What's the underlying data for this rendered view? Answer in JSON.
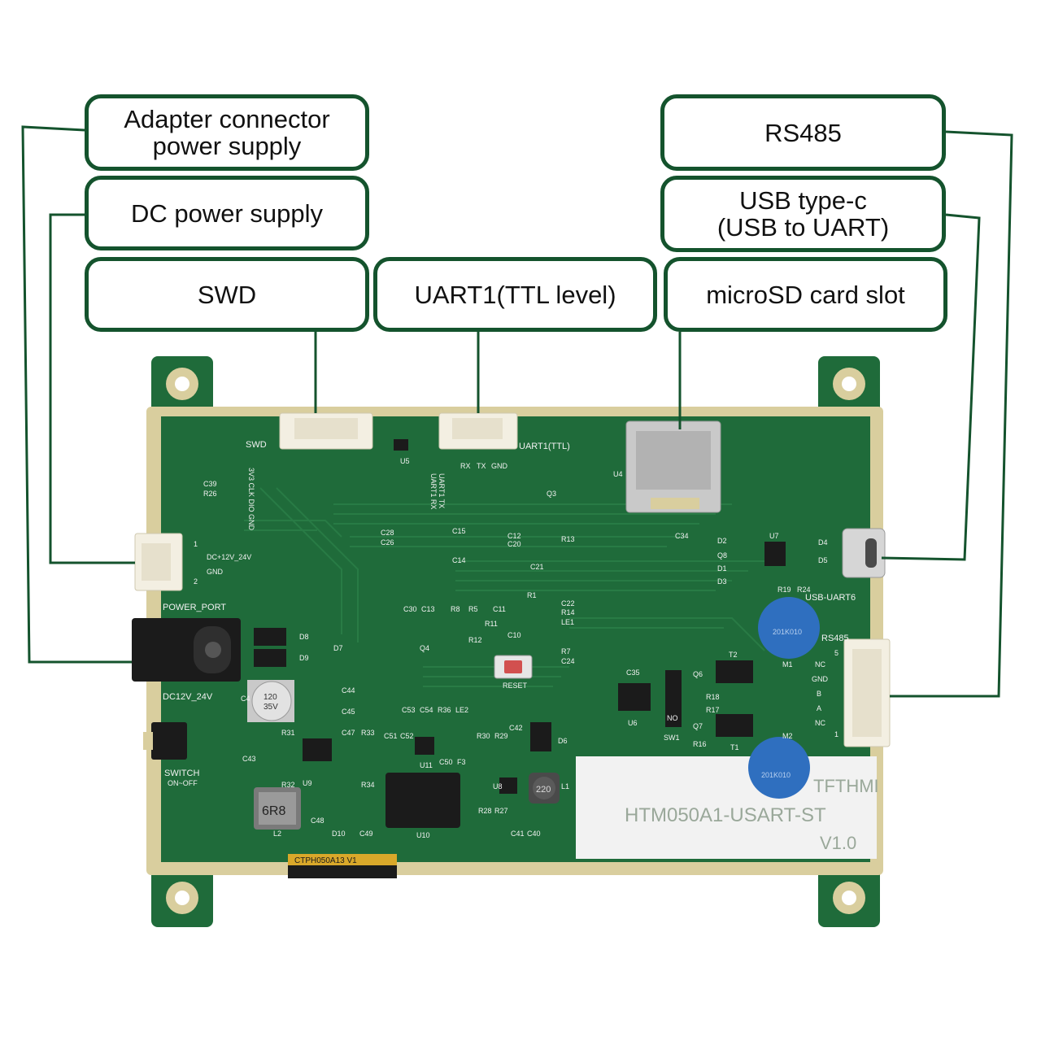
{
  "callouts": {
    "adapter": "Adapter connector\npower supply",
    "dc": "DC power supply",
    "swd": "SWD",
    "uart1": "UART1(TTL level)",
    "rs485": "RS485",
    "usb": "USB type-c\n(USB to UART)",
    "microsd": "microSD card slot"
  },
  "silkscreen": {
    "swd": "SWD",
    "swd_pins": "3V3 CLK DIO GND",
    "uart1_ttl": "UART1(TTL)",
    "uart1_pins": [
      "RX",
      "TX",
      "GND"
    ],
    "uart1_side": [
      "UART1 RX",
      "UART1 TX"
    ],
    "dc_in": "DC+12V_24V",
    "gnd": "GND",
    "pin1": "1",
    "pin2": "2",
    "power_port": "POWER_PORT",
    "dc12v": "DC12V_24V",
    "switch": "SWITCH",
    "on_off": "ON~OFF",
    "usb_uart": "USB-UART6",
    "rs485": "RS485",
    "rs485_pins": [
      "5",
      "NC",
      "GND",
      "B",
      "A",
      "NC",
      "1"
    ],
    "reset": "RESET",
    "sw1": "SW1",
    "no": "NO",
    "u4": "U4",
    "label_line1": "TFTHMI",
    "label_line2": "HTM050A1-USART-ST",
    "label_line3": "V1.0",
    "ffc": "CTPH050A13 V1",
    "inductor": "6R8",
    "inductor2": "220",
    "cap_marking": [
      "120",
      "35V"
    ],
    "tvs_marking": "201K010",
    "designators": [
      "C39",
      "R26",
      "C28",
      "C26",
      "C15",
      "C14",
      "C12",
      "C20",
      "R13",
      "C21",
      "R1",
      "C22",
      "R14",
      "LE1",
      "C30",
      "C13",
      "R8",
      "R5",
      "C11",
      "R11",
      "R12",
      "C10",
      "R7",
      "C24",
      "Q4",
      "D8",
      "D9",
      "D7",
      "C44",
      "C45",
      "C4",
      "R31",
      "R32",
      "U9",
      "C47",
      "R33",
      "R34",
      "C43",
      "C53",
      "C54",
      "R36",
      "LE2",
      "C51",
      "C52",
      "U11",
      "C50",
      "F3",
      "R30",
      "R29",
      "C42",
      "D6",
      "U8",
      "R28",
      "R27",
      "C41",
      "C40",
      "L1",
      "L2",
      "C48",
      "D10",
      "C49",
      "U10",
      "U5",
      "Q3",
      "C34",
      "D2",
      "Q8",
      "D1",
      "D3",
      "U7",
      "R19",
      "R24",
      "D4",
      "D5",
      "C35",
      "U6",
      "Q6",
      "R18",
      "R17",
      "Q7",
      "R16",
      "T1",
      "T2",
      "M1",
      "M2"
    ]
  },
  "colors": {
    "callout_border": "#14532d",
    "leader_line": "#14532d",
    "pcb_green": "#1f6b3a",
    "pcb_dark": "#1a5c32",
    "pcb_edge": "#d9ce9e",
    "connector": "#f3efe2",
    "capacitor_blue": "#2f6fbf",
    "label_bg": "#f2f2f2"
  }
}
